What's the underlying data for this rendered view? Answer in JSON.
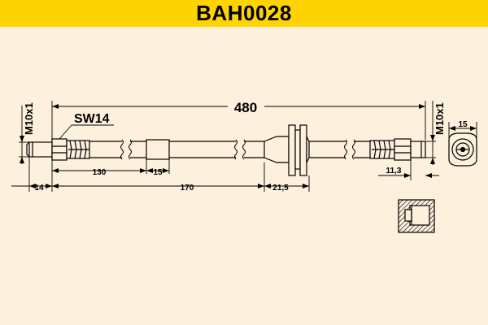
{
  "title": "BAH0028",
  "dimensions": {
    "total_length": "480",
    "wrench_size": "SW14",
    "thread_left": "M10x1",
    "thread_right": "M10x1",
    "left_fitting_length": "14",
    "sleeve1_position": "130",
    "sleeve1_width": "15",
    "bracket_position": "170",
    "bracket_width": "21,5",
    "right_fitting_length": "11,3",
    "end_view_diameter": "15"
  },
  "colors": {
    "header_bg": "#FDD400",
    "background": "#FDF0DC",
    "line": "#000000"
  }
}
